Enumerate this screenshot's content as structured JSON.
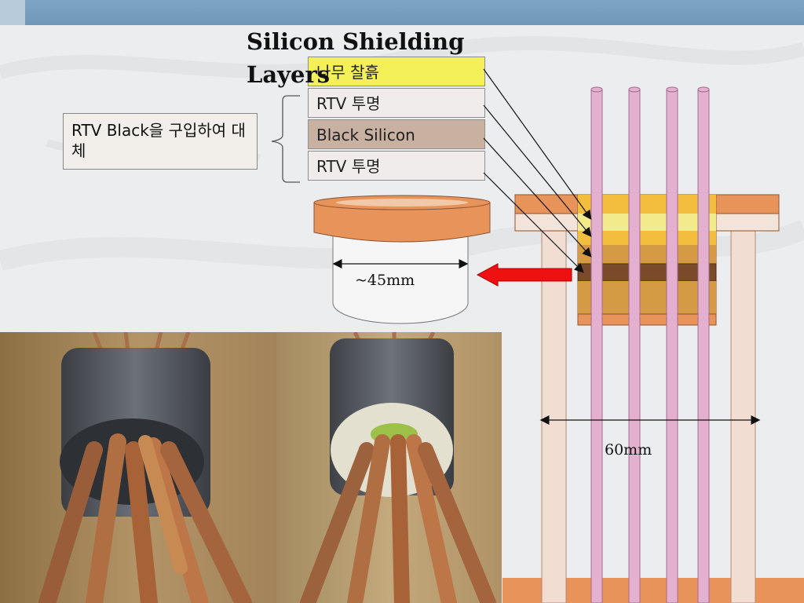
{
  "slide": {
    "title": "Silicon Shielding Layers"
  },
  "layers": [
    {
      "label": "나무 찰흙",
      "color": "#f4f058"
    },
    {
      "label": "RTV 투명",
      "color": "#f0eceb"
    },
    {
      "label": "Black Silicon",
      "color": "#c9b1a2"
    },
    {
      "label": "RTV 투명",
      "color": "#f0eceb"
    }
  ],
  "callout": {
    "text": "RTV Black을 구입하여 대체"
  },
  "dimensions": {
    "cylinder_diameter": "~45mm",
    "assembly_width": "60mm"
  },
  "colors": {
    "header_bar": "#7ea6c4",
    "copper": "#e8935a",
    "red_arrow": "#ee1111",
    "pink_tube": "#e4b0d0"
  }
}
